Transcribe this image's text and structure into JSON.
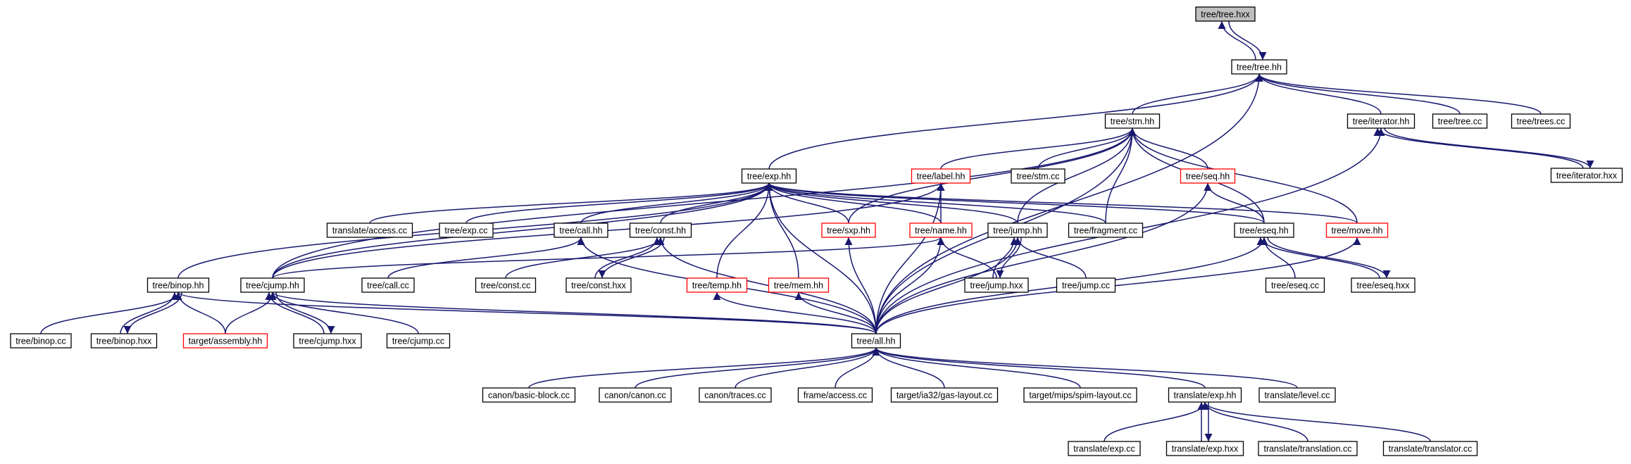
{
  "diagram": {
    "colors": {
      "edge": "#191970",
      "box": "#000000",
      "box_highlight": "#ff0000",
      "root_fill": "#bfbfbf"
    },
    "nodes": [
      {
        "id": "tree_hxx",
        "label": "tree/tree.hxx",
        "style": "root"
      },
      {
        "id": "tree_hh",
        "label": "tree/tree.hh",
        "style": "normal"
      },
      {
        "id": "stm_hh",
        "label": "tree/stm.hh",
        "style": "normal"
      },
      {
        "id": "iterator_hh",
        "label": "tree/iterator.hh",
        "style": "normal"
      },
      {
        "id": "tree_cc",
        "label": "tree/tree.cc",
        "style": "normal"
      },
      {
        "id": "trees_cc",
        "label": "tree/trees.cc",
        "style": "normal"
      },
      {
        "id": "iterator_hxx",
        "label": "tree/iterator.hxx",
        "style": "normal"
      },
      {
        "id": "exp_hh",
        "label": "tree/exp.hh",
        "style": "normal"
      },
      {
        "id": "label_hh",
        "label": "tree/label.hh",
        "style": "red"
      },
      {
        "id": "stm_cc",
        "label": "tree/stm.cc",
        "style": "normal"
      },
      {
        "id": "seq_hh",
        "label": "tree/seq.hh",
        "style": "red"
      },
      {
        "id": "translate_access_cc",
        "label": "translate/access.cc",
        "style": "normal"
      },
      {
        "id": "exp_cc",
        "label": "tree/exp.cc",
        "style": "normal"
      },
      {
        "id": "call_hh",
        "label": "tree/call.hh",
        "style": "normal"
      },
      {
        "id": "const_hh",
        "label": "tree/const.hh",
        "style": "normal"
      },
      {
        "id": "sxp_hh",
        "label": "tree/sxp.hh",
        "style": "red"
      },
      {
        "id": "name_hh",
        "label": "tree/name.hh",
        "style": "red"
      },
      {
        "id": "jump_hh",
        "label": "tree/jump.hh",
        "style": "normal"
      },
      {
        "id": "fragment_cc",
        "label": "tree/fragment.cc",
        "style": "normal"
      },
      {
        "id": "eseq_hh",
        "label": "tree/eseq.hh",
        "style": "normal"
      },
      {
        "id": "move_hh",
        "label": "tree/move.hh",
        "style": "red"
      },
      {
        "id": "binop_hh",
        "label": "tree/binop.hh",
        "style": "normal"
      },
      {
        "id": "cjump_hh",
        "label": "tree/cjump.hh",
        "style": "normal"
      },
      {
        "id": "call_cc",
        "label": "tree/call.cc",
        "style": "normal"
      },
      {
        "id": "const_cc",
        "label": "tree/const.cc",
        "style": "normal"
      },
      {
        "id": "const_hxx",
        "label": "tree/const.hxx",
        "style": "normal"
      },
      {
        "id": "temp_hh",
        "label": "tree/temp.hh",
        "style": "red"
      },
      {
        "id": "mem_hh",
        "label": "tree/mem.hh",
        "style": "red"
      },
      {
        "id": "jump_hxx",
        "label": "tree/jump.hxx",
        "style": "normal"
      },
      {
        "id": "jump_cc",
        "label": "tree/jump.cc",
        "style": "normal"
      },
      {
        "id": "eseq_cc",
        "label": "tree/eseq.cc",
        "style": "normal"
      },
      {
        "id": "eseq_hxx",
        "label": "tree/eseq.hxx",
        "style": "normal"
      },
      {
        "id": "binop_cc",
        "label": "tree/binop.cc",
        "style": "normal"
      },
      {
        "id": "binop_hxx",
        "label": "tree/binop.hxx",
        "style": "normal"
      },
      {
        "id": "assembly_hh",
        "label": "target/assembly.hh",
        "style": "red"
      },
      {
        "id": "cjump_hxx",
        "label": "tree/cjump.hxx",
        "style": "normal"
      },
      {
        "id": "cjump_cc",
        "label": "tree/cjump.cc",
        "style": "normal"
      },
      {
        "id": "all_hh",
        "label": "tree/all.hh",
        "style": "normal"
      },
      {
        "id": "basic_block_cc",
        "label": "canon/basic-block.cc",
        "style": "normal"
      },
      {
        "id": "canon_cc",
        "label": "canon/canon.cc",
        "style": "normal"
      },
      {
        "id": "traces_cc",
        "label": "canon/traces.cc",
        "style": "normal"
      },
      {
        "id": "frame_access_cc",
        "label": "frame/access.cc",
        "style": "normal"
      },
      {
        "id": "gas_layout_cc",
        "label": "target/ia32/gas-layout.cc",
        "style": "normal"
      },
      {
        "id": "spim_layout_cc",
        "label": "target/mips/spim-layout.cc",
        "style": "normal"
      },
      {
        "id": "translate_exp_hh",
        "label": "translate/exp.hh",
        "style": "normal"
      },
      {
        "id": "translate_level_cc",
        "label": "translate/level.cc",
        "style": "normal"
      },
      {
        "id": "translate_exp_cc",
        "label": "translate/exp.cc",
        "style": "normal"
      },
      {
        "id": "translate_exp_hxx",
        "label": "translate/exp.hxx",
        "style": "normal"
      },
      {
        "id": "translation_cc",
        "label": "translate/translation.cc",
        "style": "normal"
      },
      {
        "id": "translator_cc",
        "label": "translate/translator.cc",
        "style": "normal"
      }
    ],
    "edges": [
      [
        "tree_hh",
        "tree_hxx"
      ],
      [
        "tree_hxx",
        "tree_hh"
      ],
      [
        "stm_hh",
        "tree_hh"
      ],
      [
        "iterator_hh",
        "tree_hh"
      ],
      [
        "tree_cc",
        "tree_hh"
      ],
      [
        "trees_cc",
        "tree_hh"
      ],
      [
        "exp_hh",
        "tree_hh"
      ],
      [
        "all_hh",
        "tree_hh"
      ],
      [
        "iterator_hxx",
        "iterator_hh"
      ],
      [
        "iterator_hh",
        "iterator_hxx"
      ],
      [
        "all_hh",
        "iterator_hh"
      ],
      [
        "label_hh",
        "stm_hh"
      ],
      [
        "stm_cc",
        "stm_hh"
      ],
      [
        "seq_hh",
        "stm_hh"
      ],
      [
        "jump_hh",
        "stm_hh"
      ],
      [
        "fragment_cc",
        "stm_hh"
      ],
      [
        "eseq_hh",
        "stm_hh"
      ],
      [
        "move_hh",
        "stm_hh"
      ],
      [
        "sxp_hh",
        "stm_hh"
      ],
      [
        "cjump_hh",
        "stm_hh"
      ],
      [
        "all_hh",
        "stm_hh"
      ],
      [
        "binop_hh",
        "exp_hh"
      ],
      [
        "translate_access_cc",
        "exp_hh"
      ],
      [
        "exp_cc",
        "exp_hh"
      ],
      [
        "call_hh",
        "exp_hh"
      ],
      [
        "const_hh",
        "exp_hh"
      ],
      [
        "sxp_hh",
        "exp_hh"
      ],
      [
        "name_hh",
        "exp_hh"
      ],
      [
        "jump_hh",
        "exp_hh"
      ],
      [
        "fragment_cc",
        "exp_hh"
      ],
      [
        "eseq_hh",
        "exp_hh"
      ],
      [
        "move_hh",
        "exp_hh"
      ],
      [
        "cjump_hh",
        "exp_hh"
      ],
      [
        "temp_hh",
        "exp_hh"
      ],
      [
        "mem_hh",
        "exp_hh"
      ],
      [
        "all_hh",
        "exp_hh"
      ],
      [
        "name_hh",
        "label_hh"
      ],
      [
        "cjump_hh",
        "label_hh"
      ],
      [
        "all_hh",
        "label_hh"
      ],
      [
        "eseq_hh",
        "seq_hh"
      ],
      [
        "all_hh",
        "seq_hh"
      ],
      [
        "call_cc",
        "call_hh"
      ],
      [
        "all_hh",
        "call_hh"
      ],
      [
        "const_cc",
        "const_hh"
      ],
      [
        "const_hxx",
        "const_hh"
      ],
      [
        "const_hh",
        "const_hxx"
      ],
      [
        "all_hh",
        "const_hh"
      ],
      [
        "all_hh",
        "sxp_hh"
      ],
      [
        "cjump_hh",
        "name_hh"
      ],
      [
        "jump_hxx",
        "name_hh"
      ],
      [
        "all_hh",
        "name_hh"
      ],
      [
        "jump_hxx",
        "jump_hh"
      ],
      [
        "jump_hh",
        "jump_hxx"
      ],
      [
        "jump_cc",
        "jump_hh"
      ],
      [
        "all_hh",
        "jump_hh"
      ],
      [
        "eseq_cc",
        "eseq_hh"
      ],
      [
        "eseq_hxx",
        "eseq_hh"
      ],
      [
        "eseq_hh",
        "eseq_hxx"
      ],
      [
        "all_hh",
        "eseq_hh"
      ],
      [
        "all_hh",
        "move_hh"
      ],
      [
        "binop_cc",
        "binop_hh"
      ],
      [
        "binop_hxx",
        "binop_hh"
      ],
      [
        "binop_hh",
        "binop_hxx"
      ],
      [
        "assembly_hh",
        "binop_hh"
      ],
      [
        "all_hh",
        "binop_hh"
      ],
      [
        "assembly_hh",
        "cjump_hh"
      ],
      [
        "cjump_hxx",
        "cjump_hh"
      ],
      [
        "cjump_hh",
        "cjump_hxx"
      ],
      [
        "cjump_cc",
        "cjump_hh"
      ],
      [
        "all_hh",
        "cjump_hh"
      ],
      [
        "all_hh",
        "temp_hh"
      ],
      [
        "all_hh",
        "mem_hh"
      ],
      [
        "basic_block_cc",
        "all_hh"
      ],
      [
        "canon_cc",
        "all_hh"
      ],
      [
        "traces_cc",
        "all_hh"
      ],
      [
        "frame_access_cc",
        "all_hh"
      ],
      [
        "gas_layout_cc",
        "all_hh"
      ],
      [
        "spim_layout_cc",
        "all_hh"
      ],
      [
        "translate_exp_hh",
        "all_hh"
      ],
      [
        "translate_level_cc",
        "all_hh"
      ],
      [
        "translate_exp_cc",
        "translate_exp_hh"
      ],
      [
        "translate_exp_hxx",
        "translate_exp_hh"
      ],
      [
        "translate_exp_hh",
        "translate_exp_hxx"
      ],
      [
        "translation_cc",
        "translate_exp_hh"
      ],
      [
        "translator_cc",
        "translate_exp_hh"
      ]
    ]
  }
}
